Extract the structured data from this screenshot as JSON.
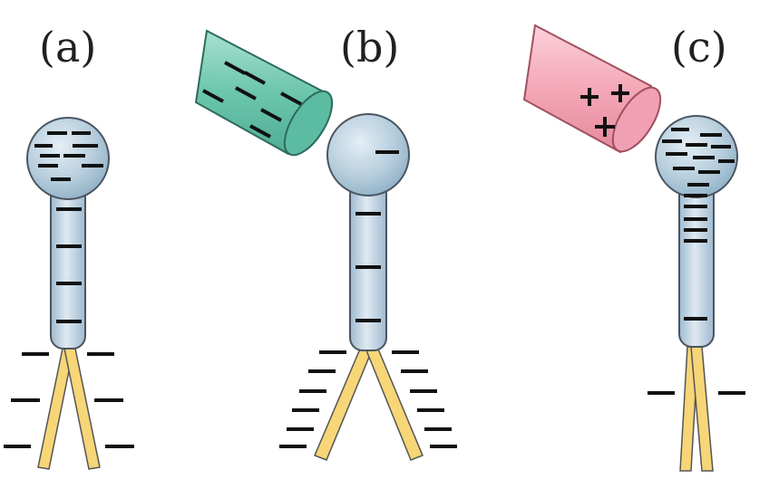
{
  "panels": [
    {
      "label": "(a)",
      "rod": null
    },
    {
      "label": "(b)",
      "rod": {
        "charge": "negative",
        "color": "#7fcfb8"
      }
    },
    {
      "label": "(c)",
      "rod": {
        "charge": "positive",
        "color": "#f4a8b8"
      }
    }
  ],
  "colors": {
    "metal": "#b7cedd",
    "leaf": "#f6d677",
    "negative_rod": "#7fcfb8",
    "positive_rod": "#f4a8b8",
    "charge_mark": "#111111"
  }
}
